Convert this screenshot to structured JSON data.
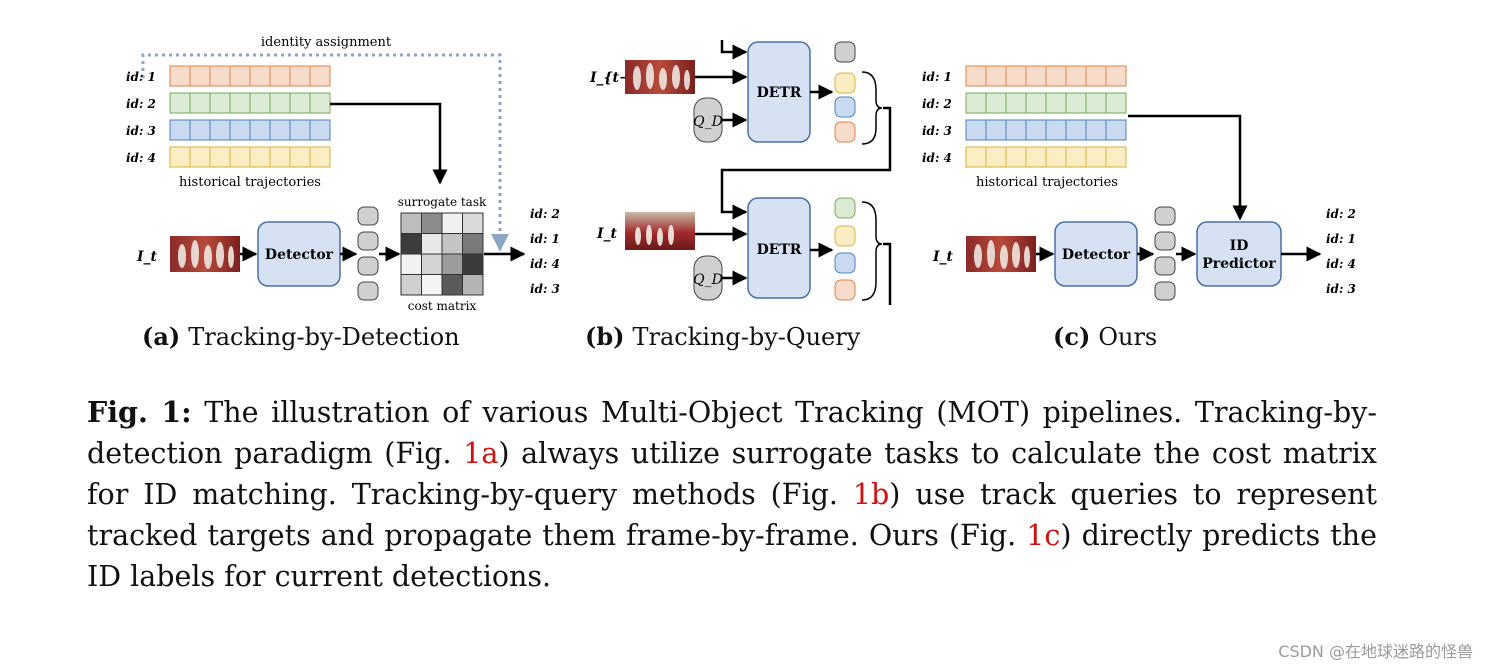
{
  "panel_a": {
    "identity_assignment": "identity assignment",
    "id_labels": [
      "id: 1",
      "id: 2",
      "id: 3",
      "id: 4"
    ],
    "historical_trajectories": "historical trajectories",
    "frame_label": "I_t",
    "detector": "Detector",
    "surrogate_task": "surrogate task",
    "cost_matrix": "cost matrix",
    "output_ids": [
      "id: 2",
      "id: 1",
      "id: 4",
      "id: 3"
    ],
    "caption_letter": "(a)",
    "caption_text": "Tracking-by-Detection"
  },
  "panel_b": {
    "frame_prev_label": "I_{t−1}",
    "frame_cur_label": "I_t",
    "query_label": "Q_D",
    "detr": "DETR",
    "caption_letter": "(b)",
    "caption_text": "Tracking-by-Query"
  },
  "panel_c": {
    "id_labels": [
      "id: 1",
      "id: 2",
      "id: 3",
      "id: 4"
    ],
    "historical_trajectories": "historical trajectories",
    "frame_label": "I_t",
    "detector": "Detector",
    "id_predictor_line1": "ID",
    "id_predictor_line2": "Predictor",
    "output_ids": [
      "id: 2",
      "id: 1",
      "id: 4",
      "id: 3"
    ],
    "caption_letter": "(c)",
    "caption_text": "Ours"
  },
  "caption": {
    "label": "Fig. 1:",
    "part1": " The illustration of various Multi-Object Tracking (MOT) pipelines. Tracking-by-detection paradigm (Fig. ",
    "ref_a": "1a",
    "part2": ") always utilize surrogate tasks to calculate the cost matrix for ID matching. Tracking-by-query methods (Fig. ",
    "ref_b": "1b",
    "part3": ") use track queries to represent tracked targets and propagate them frame-by-frame. Ours (Fig. ",
    "ref_c": "1c",
    "part4": ") directly predicts the ID labels for current detections."
  },
  "watermark": "CSDN @在地球迷路的怪兽",
  "colors": {
    "track_orange": "#f8dccb",
    "track_orange_border": "#e0824a",
    "track_green": "#dcebd3",
    "track_green_border": "#74a85a",
    "track_blue": "#c9daf0",
    "track_blue_border": "#4f81bd",
    "track_yellow": "#fbedc4",
    "track_yellow_border": "#d8b03a",
    "module_fill": "#d6e2f4",
    "module_border": "#4a6fa5",
    "token_gray": "#d0d0d0",
    "dotted_arrow": "#8ea4c4",
    "caption_ref": "#d01010"
  }
}
